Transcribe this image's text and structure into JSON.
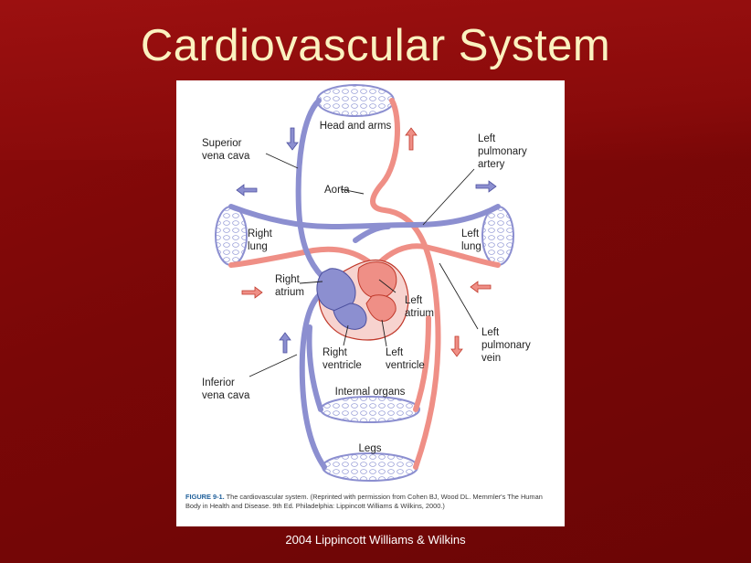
{
  "slide": {
    "title": "Cardiovascular System",
    "footer": "2004 Lippincott Williams & Wilkins"
  },
  "diagram": {
    "labels": {
      "head_arms": "Head and arms",
      "superior_vc_1": "Superior",
      "superior_vc_2": "vena cava",
      "aorta": "Aorta",
      "lpa_1": "Left",
      "lpa_2": "pulmonary",
      "lpa_3": "artery",
      "right_lung_1": "Right",
      "right_lung_2": "lung",
      "left_lung_1": "Left",
      "left_lung_2": "lung",
      "right_atrium_1": "Right",
      "right_atrium_2": "atrium",
      "left_atrium_1": "Left",
      "left_atrium_2": "atrium",
      "lpv_1": "Left",
      "lpv_2": "pulmonary",
      "lpv_3": "vein",
      "right_ventricle_1": "Right",
      "right_ventricle_2": "ventricle",
      "left_ventricle_1": "Left",
      "left_ventricle_2": "ventricle",
      "inferior_vc_1": "Inferior",
      "inferior_vc_2": "vena cava",
      "internal_organs": "Internal organs",
      "legs": "Legs"
    },
    "caption_figure": "FIGURE 9-1.",
    "caption_text": "The cardiovascular system. (Reprinted with permission from Cohen BJ, Wood DL. Memmler's The Human Body in Health and Disease. 9th Ed. Philadelphia: Lippincott Williams & Wilkins, 2000.)"
  },
  "colors": {
    "oxygen_poor": "#8c8fd0",
    "oxygen_rich": "#ef8f86",
    "title_text": "#fbf2c0",
    "background": "#7f0808"
  }
}
